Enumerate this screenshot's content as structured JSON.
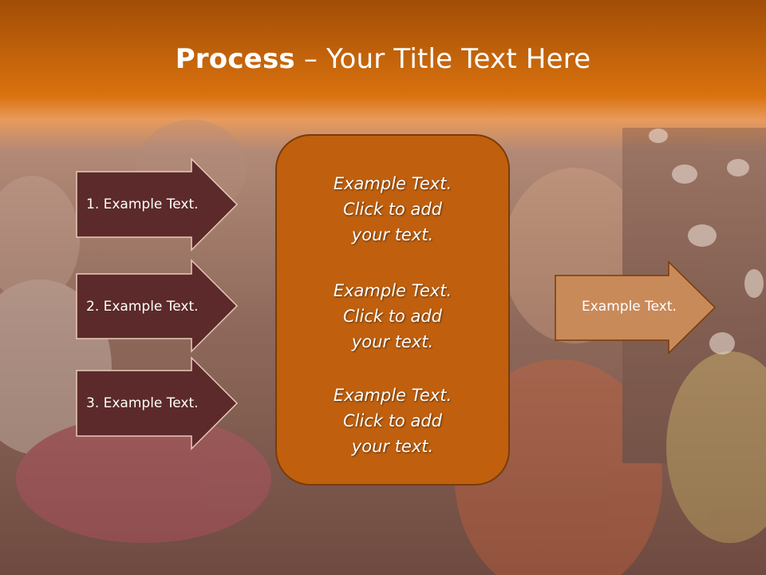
{
  "slide": {
    "title_bold": "Process",
    "title_rest": " – Your Title Text Here",
    "left_steps": [
      {
        "label": "1. Example Text."
      },
      {
        "label": "2. Example Text."
      },
      {
        "label": "3. Example Text."
      }
    ],
    "center_blocks": [
      {
        "line1": "Example Text.",
        "line2": "Click  to add",
        "line3": "your text."
      },
      {
        "line1": "Example Text.",
        "line2": "Click  to add",
        "line3": "your text."
      },
      {
        "line1": "Example Text.",
        "line2": "Click  to add",
        "line3": "your text."
      }
    ],
    "right_arrow": {
      "label": "Example Text."
    }
  },
  "colors": {
    "header_orange": "#d9720f",
    "left_arrow_fill": "#5c2a2a",
    "center_box_fill": "#c0600e",
    "right_arrow_fill": "#c98a5a",
    "text": "#ffffff"
  }
}
